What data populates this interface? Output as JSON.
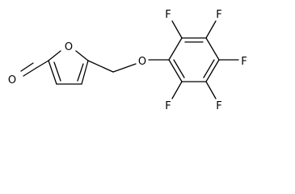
{
  "molecule": {
    "atoms": {
      "aldehyde_o": "O",
      "furan_o": "O",
      "ether_o": "O",
      "f_top_left": "F",
      "f_top_right": "F",
      "f_right": "F",
      "f_bottom_left": "F",
      "f_bottom_right": "F"
    }
  }
}
